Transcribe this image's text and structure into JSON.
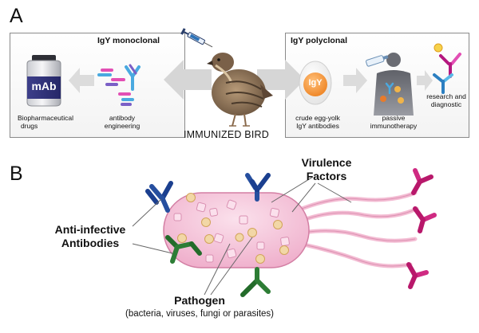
{
  "panel_a": {
    "letter": "A",
    "left_box": {
      "title": "IgY monoclonal",
      "bottle_label": "mAb",
      "caption_drugs": [
        "Biopharmaceutical",
        "drugs"
      ],
      "caption_engineering": [
        "antibody",
        "engineering"
      ]
    },
    "center": {
      "label": "IMMUNIZED BIRD"
    },
    "right_box": {
      "title": "IgY polyclonal",
      "egg_label": "IgY",
      "caption_crude": [
        "crude egg-yolk",
        "IgY antibodies"
      ],
      "caption_passive": [
        "passive",
        "immunotherapy"
      ],
      "caption_research": [
        "research and",
        "diagnostic"
      ]
    }
  },
  "panel_b": {
    "letter": "B",
    "virulence_label": [
      "Virulence",
      "Factors"
    ],
    "antibodies_label": [
      "Anti-infective",
      "Antibodies"
    ],
    "pathogen_label": "Pathogen",
    "pathogen_sub": "(bacteria, viruses, fungi or parasites)"
  },
  "colors": {
    "pathogen_fill": "#f3bcd3",
    "pathogen_stroke": "#d37fa4",
    "antibody_blue": "#1b3f8f",
    "antibody_green": "#236b2a",
    "antibody_magenta": "#b8186b",
    "igy_magenta": "#e24fb4",
    "igy_cyan": "#5ab8e6",
    "egg_orange": "#f39a3a"
  }
}
